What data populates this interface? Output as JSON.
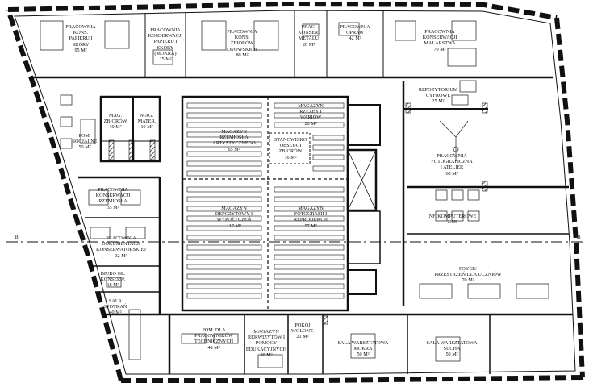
{
  "axis": {
    "left": "B",
    "right": "B"
  },
  "rooms": [
    {
      "id": "p-papier",
      "lines": [
        "PRACOWNIA",
        "KONS.",
        "PAPIERU I",
        "SKÓRY",
        "95 M²"
      ]
    },
    {
      "id": "p-papier-mokra",
      "lines": [
        "PRACOWNIA",
        "KONSERWACJI",
        "PAPIERU I",
        "SKÓRY",
        "(MOKRA)",
        "25 M²"
      ]
    },
    {
      "id": "p-zbiory-lwowskie",
      "lines": [
        "PRACOWNIA",
        "KONS.",
        "ZBIORÓW",
        "LWOWSKICH",
        "80 M²"
      ]
    },
    {
      "id": "p-metal",
      "lines": [
        "PRAC.",
        "KONSER.",
        "METALU",
        "20 M²"
      ]
    },
    {
      "id": "p-opraw",
      "lines": [
        "PRACOWNIA",
        "OPRAW",
        "42 M²"
      ]
    },
    {
      "id": "p-malarstwa",
      "lines": [
        "PRACOWNIA",
        "KONSERWACJI",
        "MALARSTWA",
        "70 M²"
      ]
    },
    {
      "id": "mag-zbiorow",
      "lines": [
        "MAG.",
        "ZBIORÓW",
        "10 M²"
      ]
    },
    {
      "id": "mag-mater",
      "lines": [
        "MAG.",
        "MATER.",
        "10 M²"
      ]
    },
    {
      "id": "pom-socjalne",
      "lines": [
        "POM.",
        "SOCJALNE",
        "50 M²"
      ]
    },
    {
      "id": "mag-rzemiosla",
      "lines": [
        "MAGAZYN",
        "RZEMIOSŁA",
        "ARTYSTYCZNEGO",
        "65 M²"
      ]
    },
    {
      "id": "mag-rzezby",
      "lines": [
        "MAGAZYN",
        "RZEŹBY I",
        "WARIÓW",
        "26 M²"
      ]
    },
    {
      "id": "stanowisko",
      "lines": [
        "STANOWISKO",
        "OBSŁUGI",
        "ZBIORÓW",
        "16 M²"
      ]
    },
    {
      "id": "repozytorium",
      "lines": [
        "REPOZYTORIUM",
        "CYFROWE",
        "25 M²"
      ]
    },
    {
      "id": "fotograficzna",
      "lines": [
        "PRACOWNIA",
        "FOTOGRAFICZNA",
        "I ATELIER",
        "60 M²"
      ]
    },
    {
      "id": "rzemiosla",
      "lines": [
        "PRACOWNIA",
        "KONSERWACJI",
        "RZEMIOSŁA",
        "35 M²"
      ]
    },
    {
      "id": "depozytowy",
      "lines": [
        "MAGAZYN",
        "DEPOZYTOWY I",
        "WYPOŻYCZEŃ",
        "117 M²"
      ]
    },
    {
      "id": "mag-fotografii",
      "lines": [
        "MAGAZYN",
        "FOTOGRAFII I",
        "REPRODUKCJI",
        "57 M²"
      ]
    },
    {
      "id": "inf-komputerowe",
      "lines": [
        "INF. KOMPUTEROWE",
        "30M²"
      ]
    },
    {
      "id": "dokumentacji",
      "lines": [
        "PRACOWNIA",
        "DOKUMENTACJI",
        "KONSERWATORSKIEJ",
        "32 M²"
      ]
    },
    {
      "id": "foyer",
      "lines": [
        "FOYER/",
        "PRZESTRZEŃ DLA UCZNIÓW",
        "70 M²"
      ]
    },
    {
      "id": "biuro",
      "lines": [
        "BIURO GŁ.",
        "KONSERW.",
        "18 M²"
      ]
    },
    {
      "id": "sala-spotkan",
      "lines": [
        "SALA",
        "SPOTKAŃ",
        "40 M²"
      ]
    },
    {
      "id": "pom-technicznych",
      "lines": [
        "POM. DLA",
        "PRACOWNIKÓW",
        "TECHNICZNYCH",
        "48 M²"
      ]
    },
    {
      "id": "mag-rekwizytow",
      "lines": [
        "MAGAZYN",
        "REKWIZYTÓW I",
        "POMOCY",
        "EDUKACYJNYCH",
        "30 M²"
      ]
    },
    {
      "id": "pokoj-wolont",
      "lines": [
        "POKÓJ",
        "WOLONT.",
        "21 M²"
      ]
    },
    {
      "id": "warsztat-mokra",
      "lines": [
        "SALA WARSZTATOWA",
        "MOKRA",
        "50 M²"
      ]
    },
    {
      "id": "warsztat-sucha",
      "lines": [
        "SALA WARSZTATOWA",
        "SUCHA",
        "50 M²"
      ]
    }
  ]
}
